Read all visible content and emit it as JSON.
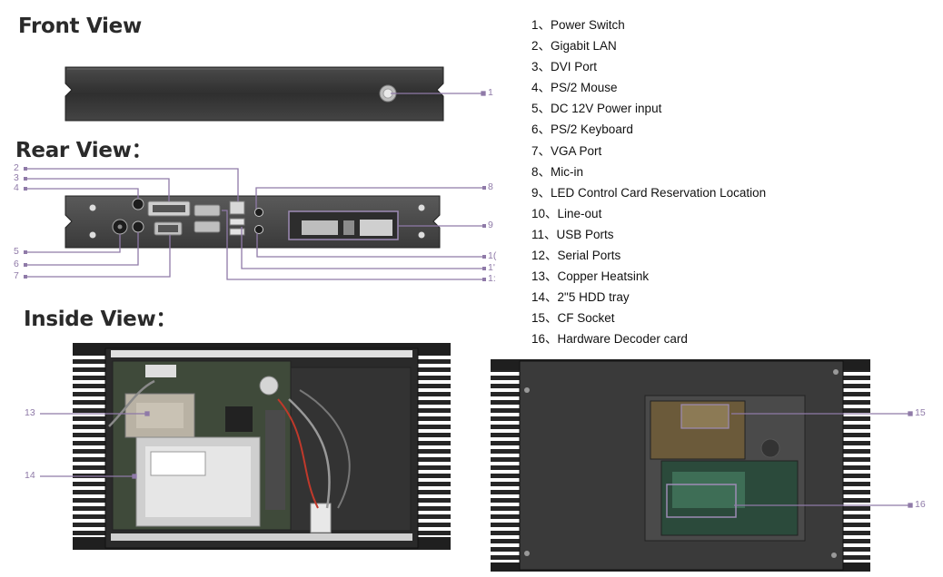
{
  "headings": {
    "front": "Front View",
    "rear": "Rear View：",
    "inside": "Inside View："
  },
  "legend": [
    {
      "num": "1",
      "label": "Power Switch"
    },
    {
      "num": "2",
      "label": "Gigabit LAN"
    },
    {
      "num": "3",
      "label": "DVI Port"
    },
    {
      "num": "4",
      "label": "PS/2 Mouse"
    },
    {
      "num": "5",
      "label": "DC 12V Power input"
    },
    {
      "num": "6",
      "label": "PS/2 Keyboard"
    },
    {
      "num": "7",
      "label": "VGA Port"
    },
    {
      "num": "8",
      "label": "Mic-in"
    },
    {
      "num": "9",
      "label": "LED Control Card Reservation Location"
    },
    {
      "num": "10",
      "label": "Line-out"
    },
    {
      "num": "11",
      "label": "USB Ports"
    },
    {
      "num": "12",
      "label": "Serial Ports"
    },
    {
      "num": "13",
      "label": "Copper Heatsink"
    },
    {
      "num": "14",
      "label": "2\"5 HDD tray"
    },
    {
      "num": "15",
      "label": "CF Socket"
    },
    {
      "num": "16",
      "label": "Hardware Decoder card"
    }
  ],
  "legend_separator": "、",
  "callouts": {
    "front_1": "1",
    "rear_2": "2",
    "rear_3": "3",
    "rear_4": "4",
    "rear_5": "5",
    "rear_6": "6",
    "rear_7": "7",
    "rear_8": "8",
    "rear_9": "9",
    "rear_10": "1(",
    "rear_11": "1'",
    "rear_12": "1:",
    "inside_13": "13",
    "inside_14": "14",
    "inside_15": "15",
    "inside_16": "16"
  },
  "colors": {
    "callout_line": "#8f7aa8",
    "case_dark": "#3b3b3b",
    "case_light": "#6a6a6a"
  }
}
